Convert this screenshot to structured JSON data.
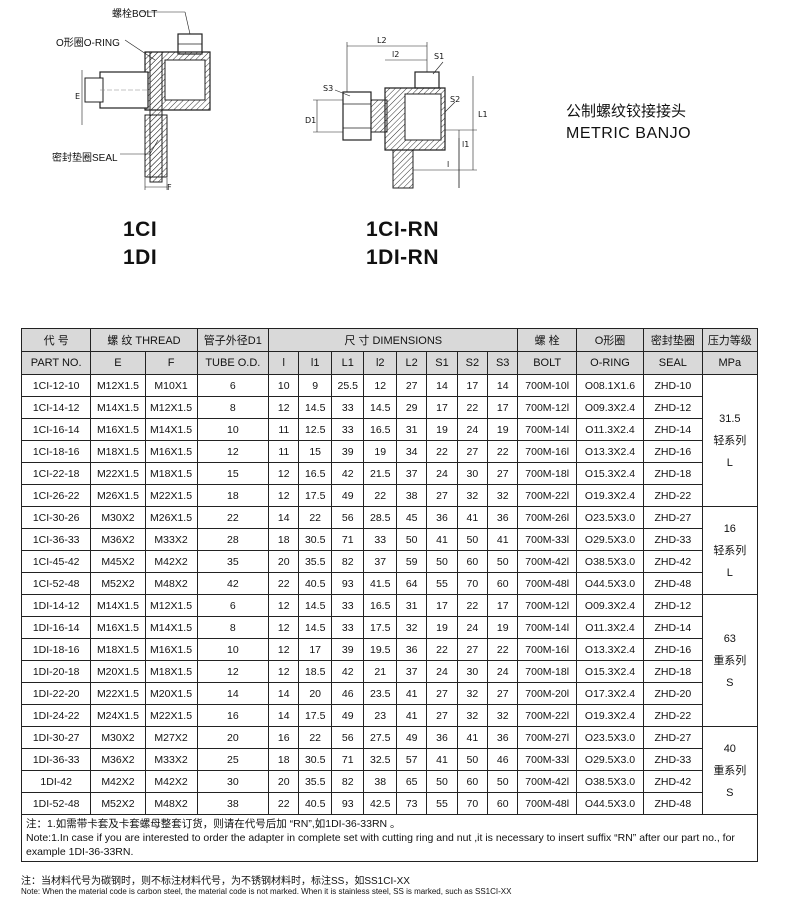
{
  "drawing_labels": {
    "bolt": "螺栓BOLT",
    "oring": "O形圈O-RING",
    "seal": "密封垫圈SEAL",
    "e": "E",
    "f": "F",
    "l2": "L2",
    "i2": "l2",
    "s1": "S1",
    "s2": "S2",
    "s3": "S3",
    "d1": "D1",
    "l1": "L1",
    "i1": "l1",
    "i": "l"
  },
  "models": {
    "left_line1": "1CI",
    "left_line2": "1DI",
    "right_line1": "1CI-RN",
    "right_line2": "1DI-RN"
  },
  "title": {
    "cn": "公制螺纹铰接接头",
    "en": "METRIC BANJO"
  },
  "table": {
    "header_top": {
      "part": "代 号",
      "thread": "螺 纹 THREAD",
      "tube": "管子外径D1",
      "dims": "尺 寸 DIMENSIONS",
      "bolt": "螺 栓",
      "oring": "O形圈",
      "seal": "密封垫圈",
      "pressure": "压力等级"
    },
    "header_bottom": {
      "part": "PART NO.",
      "e": "E",
      "f": "F",
      "tube": "TUBE O.D.",
      "l": "l",
      "l1": "l1",
      "L1": "L1",
      "l2": "l2",
      "L2": "L2",
      "s1": "S1",
      "s2": "S2",
      "s3": "S3",
      "bolt": "BOLT",
      "oring": "O-RING",
      "seal": "SEAL",
      "mpa": "MPa"
    },
    "rows": [
      [
        "1CI-12-10",
        "M12X1.5",
        "M10X1",
        "6",
        "10",
        "9",
        "25.5",
        "12",
        "27",
        "14",
        "17",
        "14",
        "700M-10l",
        "O08.1X1.6",
        "ZHD-10"
      ],
      [
        "1CI-14-12",
        "M14X1.5",
        "M12X1.5",
        "8",
        "12",
        "14.5",
        "33",
        "14.5",
        "29",
        "17",
        "22",
        "17",
        "700M-12l",
        "O09.3X2.4",
        "ZHD-12"
      ],
      [
        "1CI-16-14",
        "M16X1.5",
        "M14X1.5",
        "10",
        "11",
        "12.5",
        "33",
        "16.5",
        "31",
        "19",
        "24",
        "19",
        "700M-14l",
        "O11.3X2.4",
        "ZHD-14"
      ],
      [
        "1CI-18-16",
        "M18X1.5",
        "M16X1.5",
        "12",
        "11",
        "15",
        "39",
        "19",
        "34",
        "22",
        "27",
        "22",
        "700M-16l",
        "O13.3X2.4",
        "ZHD-16"
      ],
      [
        "1CI-22-18",
        "M22X1.5",
        "M18X1.5",
        "15",
        "12",
        "16.5",
        "42",
        "21.5",
        "37",
        "24",
        "30",
        "27",
        "700M-18l",
        "O15.3X2.4",
        "ZHD-18"
      ],
      [
        "1CI-26-22",
        "M26X1.5",
        "M22X1.5",
        "18",
        "12",
        "17.5",
        "49",
        "22",
        "38",
        "27",
        "32",
        "32",
        "700M-22l",
        "O19.3X2.4",
        "ZHD-22"
      ],
      [
        "1CI-30-26",
        "M30X2",
        "M26X1.5",
        "22",
        "14",
        "22",
        "56",
        "28.5",
        "45",
        "36",
        "41",
        "36",
        "700M-26l",
        "O23.5X3.0",
        "ZHD-27"
      ],
      [
        "1CI-36-33",
        "M36X2",
        "M33X2",
        "28",
        "18",
        "30.5",
        "71",
        "33",
        "50",
        "41",
        "50",
        "41",
        "700M-33l",
        "O29.5X3.0",
        "ZHD-33"
      ],
      [
        "1CI-45-42",
        "M45X2",
        "M42X2",
        "35",
        "20",
        "35.5",
        "82",
        "37",
        "59",
        "50",
        "60",
        "50",
        "700M-42l",
        "O38.5X3.0",
        "ZHD-42"
      ],
      [
        "1CI-52-48",
        "M52X2",
        "M48X2",
        "42",
        "22",
        "40.5",
        "93",
        "41.5",
        "64",
        "55",
        "70",
        "60",
        "700M-48l",
        "O44.5X3.0",
        "ZHD-48"
      ],
      [
        "1DI-14-12",
        "M14X1.5",
        "M12X1.5",
        "6",
        "12",
        "14.5",
        "33",
        "16.5",
        "31",
        "17",
        "22",
        "17",
        "700M-12l",
        "O09.3X2.4",
        "ZHD-12"
      ],
      [
        "1DI-16-14",
        "M16X1.5",
        "M14X1.5",
        "8",
        "12",
        "14.5",
        "33",
        "17.5",
        "32",
        "19",
        "24",
        "19",
        "700M-14l",
        "O11.3X2.4",
        "ZHD-14"
      ],
      [
        "1DI-18-16",
        "M18X1.5",
        "M16X1.5",
        "10",
        "12",
        "17",
        "39",
        "19.5",
        "36",
        "22",
        "27",
        "22",
        "700M-16l",
        "O13.3X2.4",
        "ZHD-16"
      ],
      [
        "1DI-20-18",
        "M20X1.5",
        "M18X1.5",
        "12",
        "12",
        "18.5",
        "42",
        "21",
        "37",
        "24",
        "30",
        "24",
        "700M-18l",
        "O15.3X2.4",
        "ZHD-18"
      ],
      [
        "1DI-22-20",
        "M22X1.5",
        "M20X1.5",
        "14",
        "14",
        "20",
        "46",
        "23.5",
        "41",
        "27",
        "32",
        "27",
        "700M-20l",
        "O17.3X2.4",
        "ZHD-20"
      ],
      [
        "1DI-24-22",
        "M24X1.5",
        "M22X1.5",
        "16",
        "14",
        "17.5",
        "49",
        "23",
        "41",
        "27",
        "32",
        "32",
        "700M-22l",
        "O19.3X2.4",
        "ZHD-22"
      ],
      [
        "1DI-30-27",
        "M30X2",
        "M27X2",
        "20",
        "16",
        "22",
        "56",
        "27.5",
        "49",
        "36",
        "41",
        "36",
        "700M-27l",
        "O23.5X3.0",
        "ZHD-27"
      ],
      [
        "1DI-36-33",
        "M36X2",
        "M33X2",
        "25",
        "18",
        "30.5",
        "71",
        "32.5",
        "57",
        "41",
        "50",
        "46",
        "700M-33l",
        "O29.5X3.0",
        "ZHD-33"
      ],
      [
        "1DI-42",
        "M42X2",
        "M42X2",
        "30",
        "20",
        "35.5",
        "82",
        "38",
        "65",
        "50",
        "60",
        "50",
        "700M-42l",
        "O38.5X3.0",
        "ZHD-42"
      ],
      [
        "1DI-52-48",
        "M52X2",
        "M48X2",
        "38",
        "22",
        "40.5",
        "93",
        "42.5",
        "73",
        "55",
        "70",
        "60",
        "700M-48l",
        "O44.5X3.0",
        "ZHD-48"
      ]
    ],
    "pressure_groups": [
      {
        "mpa": "31.5",
        "cn": "轻系列",
        "letter": "L"
      },
      {
        "mpa": "16",
        "cn": "轻系列",
        "letter": "L"
      },
      {
        "mpa": "63",
        "cn": "重系列",
        "letter": "S"
      },
      {
        "mpa": "40",
        "cn": "重系列",
        "letter": "S"
      }
    ],
    "note_cn": "注：1.如需带卡套及卡套螺母整套订货，则请在代号后加 “RN”,如1DI-36-33RN 。",
    "note_en": "Note:1.In case if you are interested to order the adapter in complete set with cutting ring and nut ,it is necessary to insert suffix   “RN” after our part no., for example 1DI-36-33RN."
  },
  "footnote": {
    "cn": "注：当材料代号为碳钢时，则不标注材料代号，为不锈钢材料时，标注SS，如SS1CI-XX",
    "en": "Note: When the material code is carbon steel, the material code is not marked. When it is stainless steel, SS is marked, such as SS1CI-XX"
  }
}
